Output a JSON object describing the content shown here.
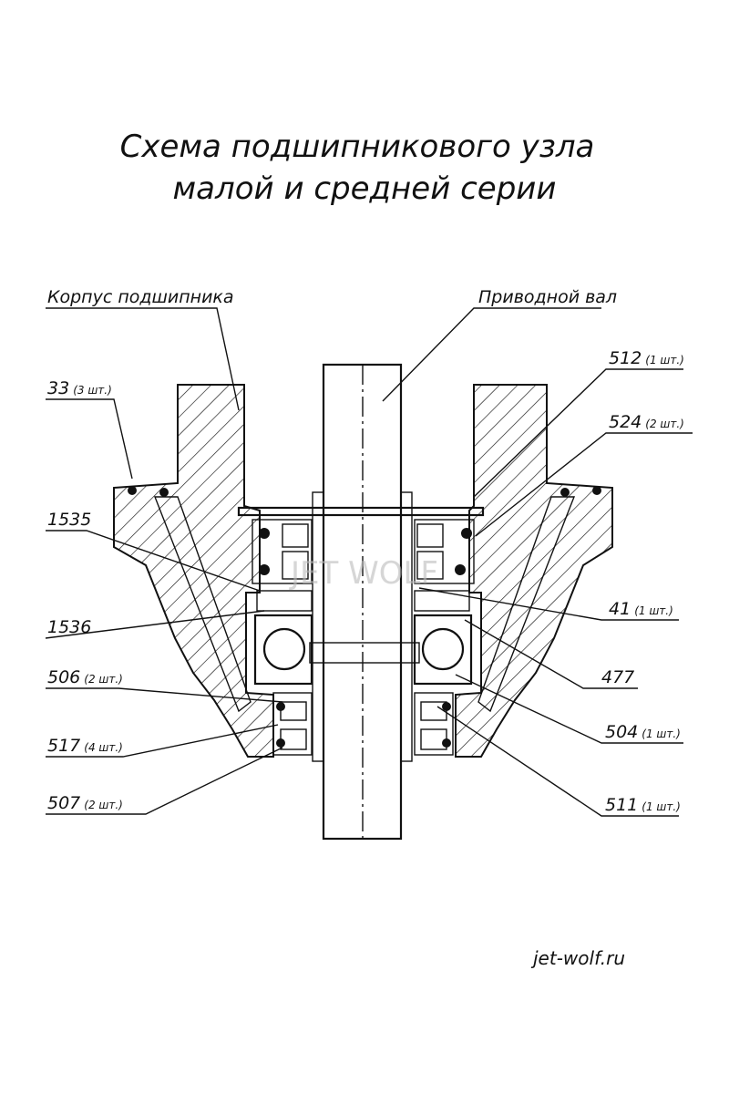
{
  "title": {
    "line1": "Схема подшипникового узла",
    "line2": "малой и средней серии"
  },
  "labels": {
    "housing": "Корпус подшипника",
    "shaft": "Приводной вал",
    "p33": {
      "num": "33",
      "qty": "(3 шт.)"
    },
    "p512": {
      "num": "512",
      "qty": "(1 шт.)"
    },
    "p524": {
      "num": "524",
      "qty": "(2 шт.)"
    },
    "p1535": {
      "num": "1535",
      "qty": ""
    },
    "p1536": {
      "num": "1536",
      "qty": ""
    },
    "p41": {
      "num": "41",
      "qty": "(1 шт.)"
    },
    "p477": {
      "num": "477",
      "qty": ""
    },
    "p506": {
      "num": "506",
      "qty": "(2 шт.)"
    },
    "p504": {
      "num": "504",
      "qty": "(1 шт.)"
    },
    "p517": {
      "num": "517",
      "qty": "(4 шт.)"
    },
    "p507": {
      "num": "507",
      "qty": "(2 шт.)"
    },
    "p511": {
      "num": "511",
      "qty": "(1 шт.)"
    }
  },
  "watermark": "JET WOLF",
  "site": "jet-wolf.ru"
}
